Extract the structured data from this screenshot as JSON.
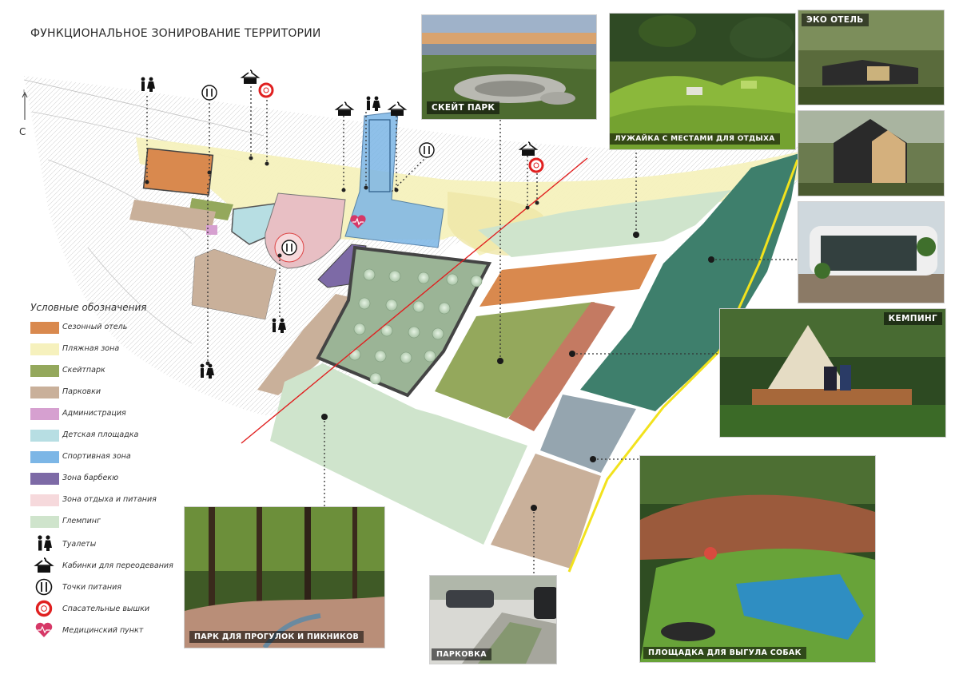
{
  "title": "ФУНКЦИОНАЛЬНОЕ ЗОНИРОВАНИЕ ТЕРРИТОРИИ",
  "north_label": "С",
  "legend": {
    "title": "Условные обозначения",
    "zones": [
      {
        "label": "Сезонный отель",
        "color": "#d9894e"
      },
      {
        "label": "Пляжная зона",
        "color": "#f6f1bd"
      },
      {
        "label": "Скейтпарк",
        "color": "#94a85c"
      },
      {
        "label": "Парковки",
        "color": "#c9b09a"
      },
      {
        "label": "Администрация",
        "color": "#d6a0d0"
      },
      {
        "label": "Детская площадка",
        "color": "#b7dee3"
      },
      {
        "label": "Спортивная зона",
        "color": "#7cb6e6"
      },
      {
        "label": "Зона барбекю",
        "color": "#7d6aa6"
      },
      {
        "label": "Зона отдыха и питания",
        "color": "#f6d9dc"
      },
      {
        "label": "Глемпинг",
        "color": "#cfe4cc"
      }
    ],
    "icons": [
      {
        "label": "Туалеты",
        "icon": "toilet-icon"
      },
      {
        "label": "Кабинки для переодевания",
        "icon": "changing-cabin-icon"
      },
      {
        "label": "Точки питания",
        "icon": "food-point-icon"
      },
      {
        "label": "Спасательные вышки",
        "icon": "lifebuoy-icon"
      },
      {
        "label": "Медицинский пункт",
        "icon": "medical-heart-icon"
      }
    ]
  },
  "photos": {
    "skate": "СКЕЙТ ПАРК",
    "lawn": "ЛУЖАЙКА С МЕСТАМИ ДЛЯ ОТДЫХА",
    "eco": "ЭКО ОТЕЛЬ",
    "camping": "КЕМПИНГ",
    "park": "ПАРК ДЛЯ ПРОГУЛОК И ПИКНИКОВ",
    "parking": "ПАРКОВКА",
    "dogs": "ПЛОЩАДКА ДЛЯ ВЫГУЛА СОБАК"
  },
  "colors": {
    "hotel_zone": "#d9894e",
    "beach_zone": "#f6f1bd",
    "skate_zone": "#94a85c",
    "parking_zone": "#c9b09a",
    "glamping": "#cfe4cc",
    "camping_zone": "#3e7f6c",
    "dog_zone": "#95a5af",
    "terracotta_zone": "#c47a62",
    "red_boundary": "#e02020",
    "yellow_boundary": "#f2e21d"
  }
}
